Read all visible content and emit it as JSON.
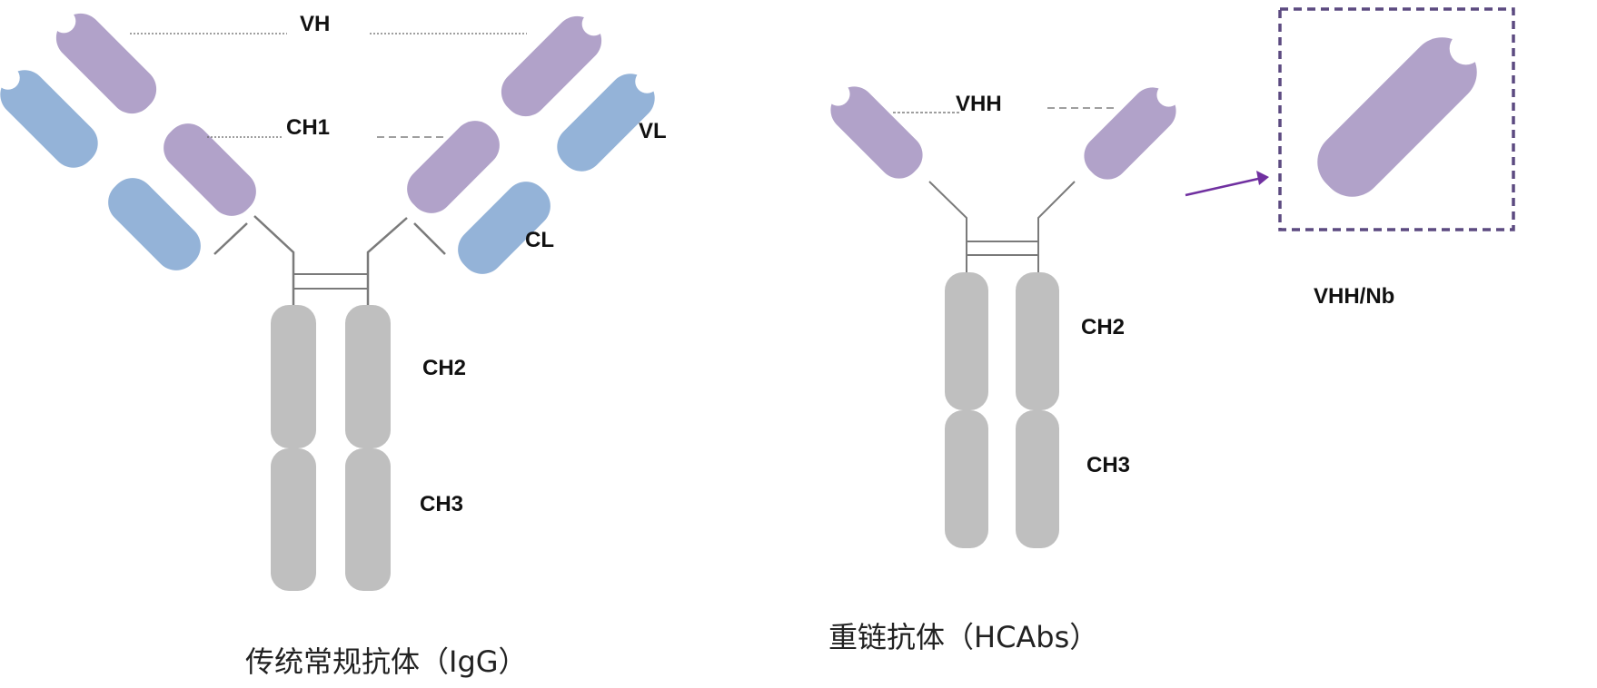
{
  "colors": {
    "heavy_variable": "#b1a2c9",
    "light_chain": "#94b3d8",
    "constant_fc": "#bfbfbf",
    "hinge": "#7a7a7a",
    "highlight_box": "#5c4a80",
    "arrow": "#7030a0"
  },
  "igg": {
    "label_vh": "VH",
    "label_ch1": "CH1",
    "label_vl": "VL",
    "label_cl": "CL",
    "label_ch2": "CH2",
    "label_ch3": "CH3",
    "caption": "传统常规抗体（IgG）"
  },
  "hcab": {
    "label_vhh": "VHH",
    "label_ch2": "CH2",
    "label_ch3": "CH3",
    "caption": "重链抗体（HCAbs）"
  },
  "nanobody": {
    "label": "VHH/Nb"
  }
}
